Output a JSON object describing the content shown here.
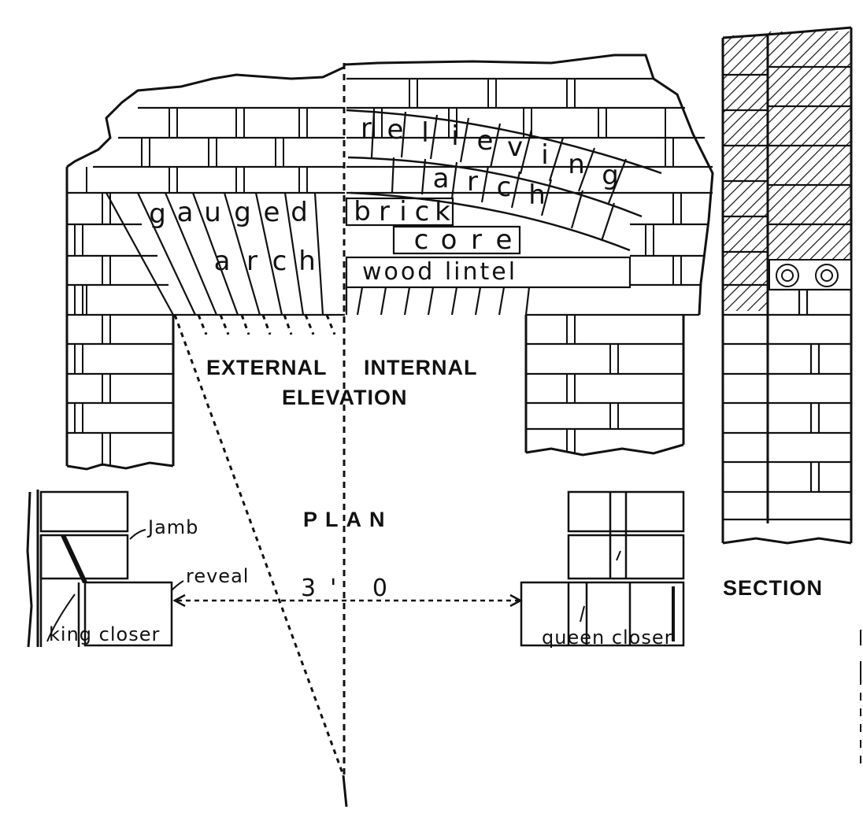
{
  "figure": {
    "word_letters": {
      "relieving": [
        "r",
        "e",
        "l",
        "i",
        "e",
        "v",
        "i",
        "n",
        "g"
      ],
      "arch_upper": [
        "a",
        "r",
        "c",
        "h"
      ],
      "gauged": [
        "g",
        "a",
        "u",
        "g",
        "e",
        "d"
      ],
      "arch_lower": [
        "a",
        "r",
        "c",
        "h"
      ],
      "brick": [
        "b",
        "r",
        "i",
        "c",
        "k"
      ],
      "core": [
        "c",
        "o",
        "r",
        "e"
      ]
    },
    "labels": {
      "wood_lintel": "wood lintel",
      "external": "EXTERNAL",
      "internal": "INTERNAL",
      "elevation": "ELEVATION",
      "plan": "PLAN",
      "section": "SECTION",
      "jamb": "Jamb",
      "reveal": "reveal",
      "dimension": "3' 0",
      "king_closer": "king closer",
      "queen_closer": "queen closer"
    }
  }
}
